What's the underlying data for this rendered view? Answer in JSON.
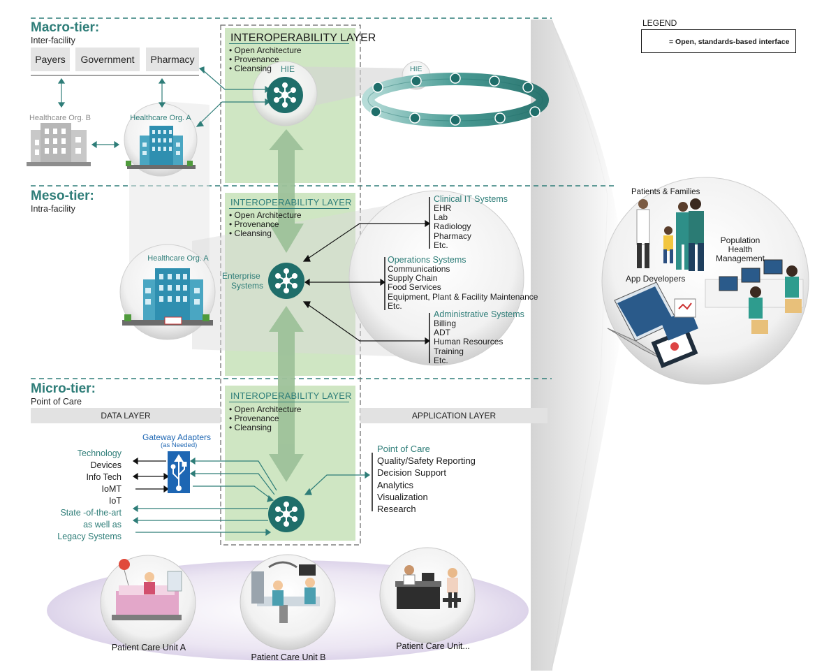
{
  "legend": {
    "title": "LEGEND",
    "item": "= Open, standards-based interface"
  },
  "macro": {
    "title": "Macro-tier:",
    "subtitle": "Inter-facility",
    "boxes": [
      "Payers",
      "Government",
      "Pharmacy"
    ],
    "org_b": "Healthcare Org. B",
    "org_a": "Healthcare Org. A",
    "hie_label": "HIE",
    "ring_label": "HIE"
  },
  "meso": {
    "title": "Meso-tier:",
    "subtitle": "Intra-facility",
    "org_a": "Healthcare Org. A",
    "enterprise_label_1": "Enterprise",
    "enterprise_label_2": "Systems",
    "clinical": {
      "title": "Clinical IT Systems",
      "items": [
        "EHR",
        "Lab",
        "Radiology",
        "Pharmacy",
        "Etc."
      ]
    },
    "operations": {
      "title": "Operations Systems",
      "items": [
        "Communications",
        "Supply Chain",
        "Food Services",
        "Equipment, Plant & Facility Maintenance",
        "Etc."
      ]
    },
    "administrative": {
      "title": "Administrative Systems",
      "items": [
        "Billing",
        "ADT",
        "Human Resources",
        "Training",
        "Etc."
      ]
    }
  },
  "micro": {
    "title": "Micro-tier:",
    "subtitle": "Point of Care",
    "data_layer": "DATA LAYER",
    "application_layer": "APPLICATION LAYER",
    "gateway_title": "Gateway Adapters",
    "gateway_sub": "(as Needed)",
    "technology": {
      "title": "Technology",
      "items": [
        "Devices",
        "Info Tech",
        "IoMT",
        "IoT"
      ],
      "footer": [
        "State -of-the-art",
        "as well as",
        "Legacy Systems"
      ]
    },
    "point_of_care": {
      "title": "Point of Care",
      "items": [
        "Quality/Safety Reporting",
        "Decision Support",
        "Analytics",
        "Visualization",
        "Research"
      ]
    },
    "units": [
      "Patient Care Unit A",
      "Patient Care Unit B",
      "Patient Care Unit..."
    ]
  },
  "interop": {
    "title": "INTEROPERABILITY LAYER",
    "items": [
      "• Open Architecture",
      "• Provenance",
      "• Cleansing"
    ]
  },
  "apps": {
    "patients": "Patients & Families",
    "population_1": "Population",
    "population_2": "Health",
    "population_3": "Management",
    "developers": "App Developers"
  },
  "colors": {
    "teal": "#2e7d78",
    "hub": "#1f6e6a",
    "green_band": "#cfe6c3"
  }
}
